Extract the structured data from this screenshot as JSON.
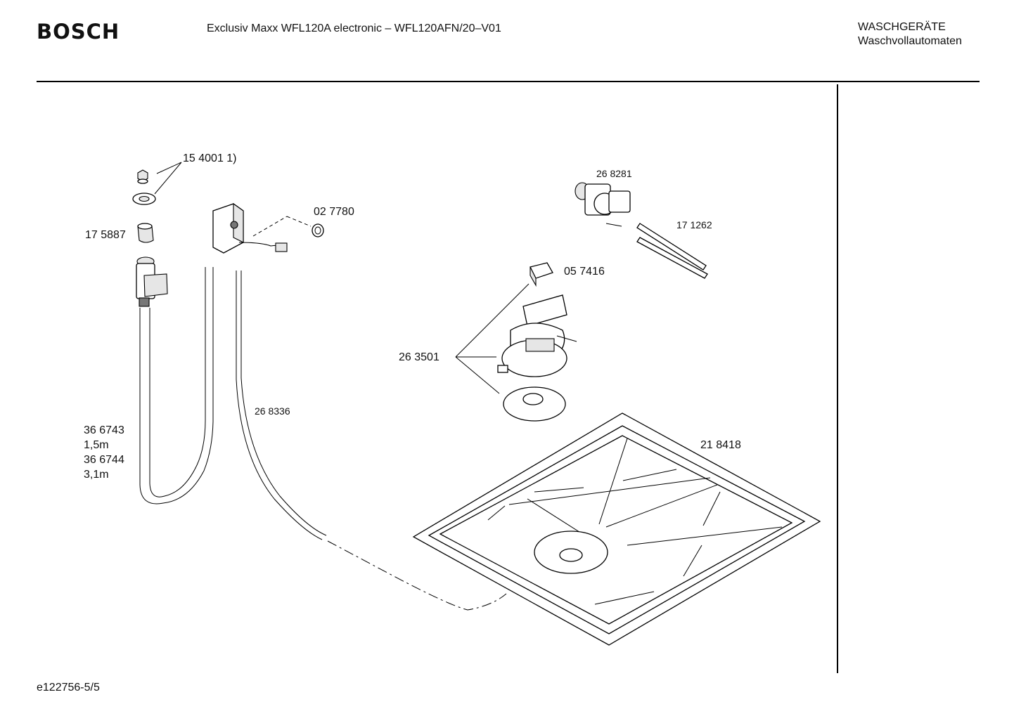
{
  "header": {
    "brand": "BOSCH",
    "model": "Exclusiv Maxx WFL120A electronic – WFL120AFN/20–V01",
    "category_line1": "WASCHGERÄTE",
    "category_line2": "Waschvollautomaten"
  },
  "footer": {
    "doc_id": "e122756-5/5"
  },
  "parts": {
    "p154001": "15 4001 1)",
    "p175887": "17 5887",
    "p027780": "02 7780",
    "p268281": "26 8281",
    "p171262": "17 1262",
    "p057416": "05 7416",
    "p263501": "26 3501",
    "p268336": "26 8336",
    "p366743": "36 6743",
    "len1": "1,5m",
    "p366744": "36 6744",
    "len2": "3,1m",
    "p218418": "21 8418"
  }
}
